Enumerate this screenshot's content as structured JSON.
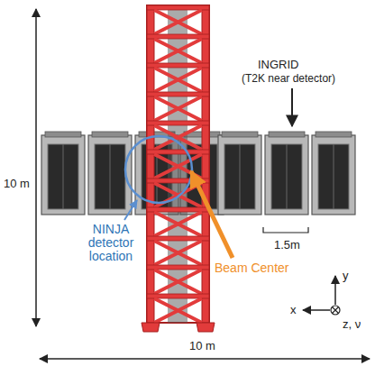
{
  "diagram": {
    "labels": [
      "10 m",
      "INGRID",
      "(T2K near detector)",
      "1.5m",
      "NINJA detector location",
      "Beam Center",
      "y",
      "x",
      "z, ν",
      "10 m"
    ]
  }
}
